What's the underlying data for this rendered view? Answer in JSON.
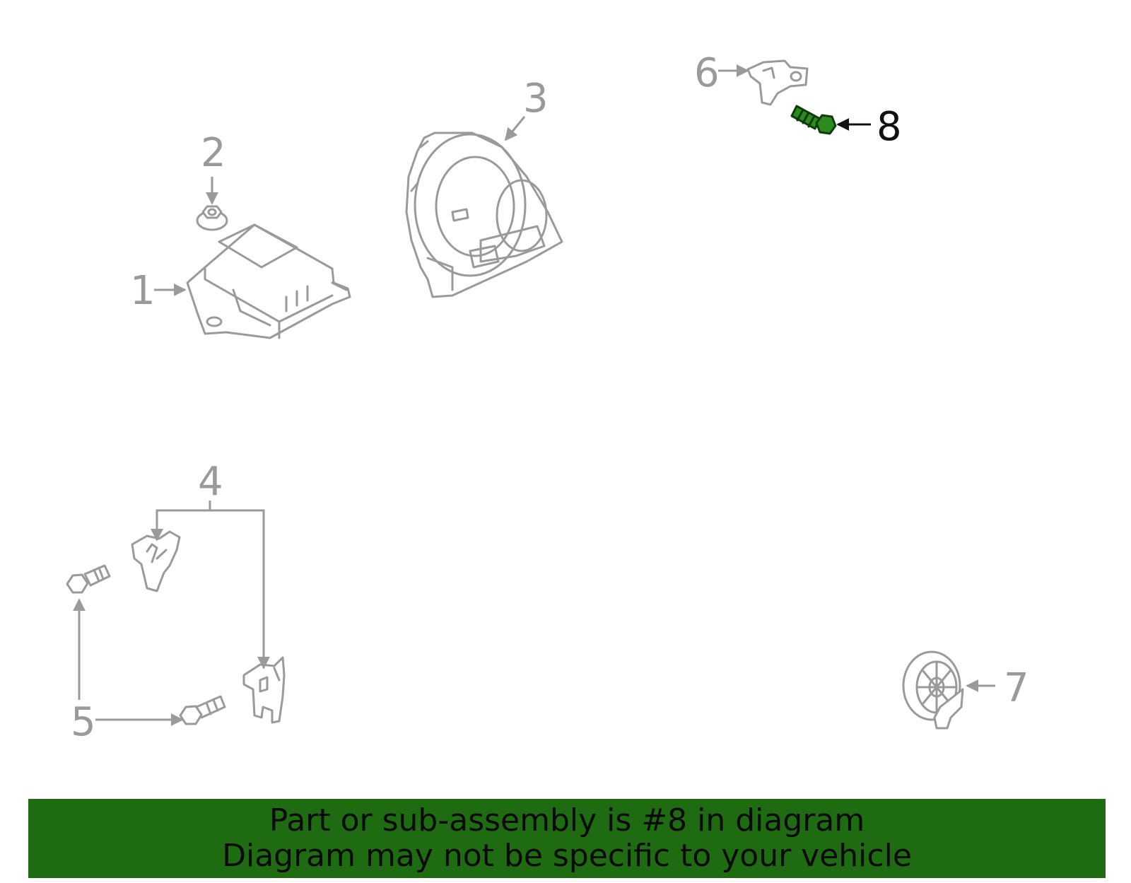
{
  "diagram": {
    "callouts": [
      {
        "id": "1",
        "label": "1"
      },
      {
        "id": "2",
        "label": "2"
      },
      {
        "id": "3",
        "label": "3"
      },
      {
        "id": "4",
        "label": "4"
      },
      {
        "id": "5",
        "label": "5"
      },
      {
        "id": "6",
        "label": "6"
      },
      {
        "id": "7",
        "label": "7"
      },
      {
        "id": "8",
        "label": "8"
      }
    ],
    "highlighted_callout": "8",
    "colors": {
      "highlight_part": "#2d8a1f",
      "banner": "#1f6b12",
      "line_art": "#9a9a9a"
    }
  },
  "footer": {
    "line1": "Part or sub-assembly is #8 in diagram",
    "line2": "Diagram may not be specific to your vehicle"
  }
}
